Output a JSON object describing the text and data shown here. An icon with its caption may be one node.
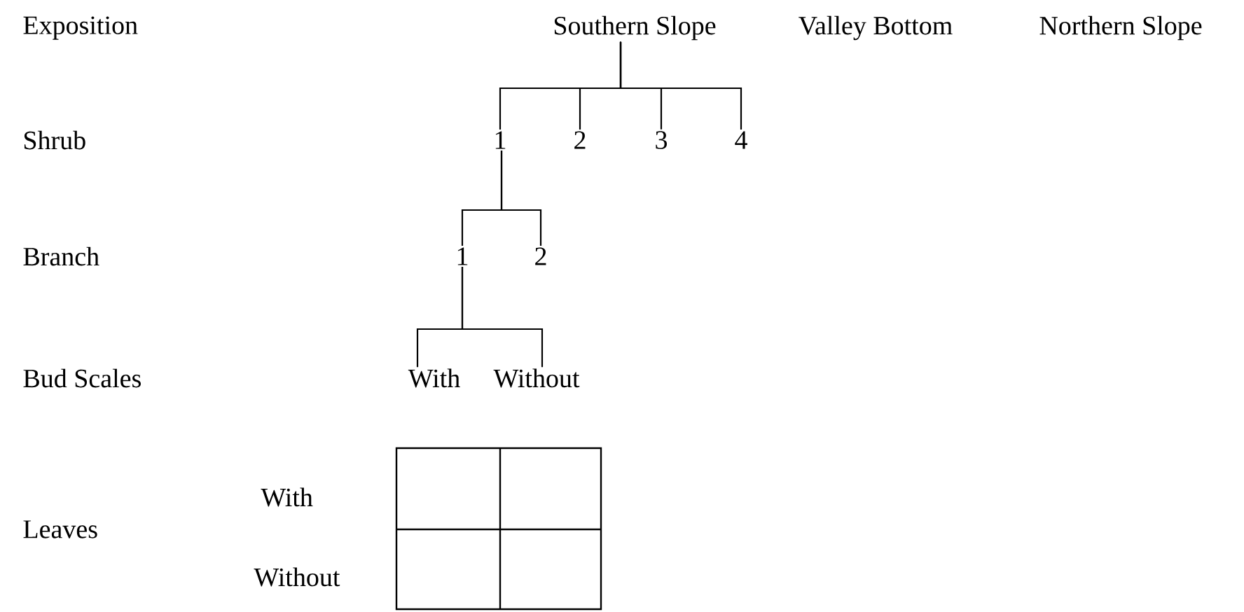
{
  "diagram": {
    "nodes": [
      {
        "text": [
          "Southern Slope"
        ]
      },
      {
        "text": [
          "Valley Bottom"
        ]
      },
      {
        "text": [
          "Northern Slope"
        ]
      },
      {
        "text": [
          "1"
        ]
      },
      {
        "text": [
          "2"
        ]
      },
      {
        "text": [
          "3"
        ]
      },
      {
        "text": [
          "4"
        ]
      },
      {
        "text": [
          "1"
        ]
      },
      {
        "text": [
          "2"
        ]
      },
      {
        "text": [
          "With"
        ]
      },
      {
        "text": [
          "Without"
        ]
      }
    ],
    "edges": [
      {
        "from": 0,
        "to": 3,
        "arrow": "none"
      },
      {
        "from": 0,
        "to": 4,
        "arrow": "none"
      },
      {
        "from": 0,
        "to": 5,
        "arrow": "none"
      },
      {
        "from": 0,
        "to": 6,
        "arrow": "none"
      },
      {
        "from": 3,
        "to": 7,
        "arrow": "none"
      },
      {
        "from": 3,
        "to": 8,
        "arrow": "none"
      },
      {
        "from": 7,
        "to": 9,
        "arrow": "none"
      },
      {
        "from": 7,
        "to": 10,
        "arrow": "none"
      }
    ],
    "labels": [
      "Exposition",
      "Shrub",
      "Branch",
      "Bud Scales",
      "Leaves",
      "With",
      "Without"
    ]
  }
}
